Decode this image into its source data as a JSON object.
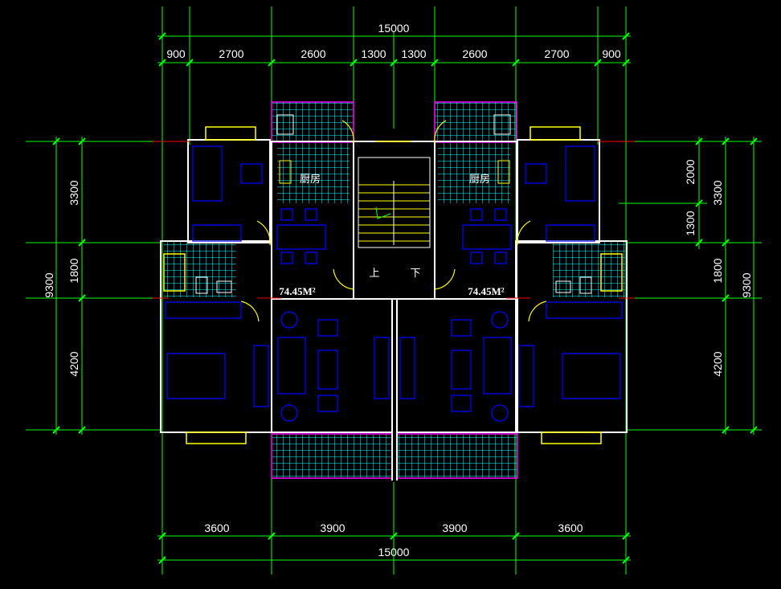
{
  "dimensions": {
    "top_total": "15000",
    "top_segments": [
      "900",
      "2700",
      "2600",
      "1300",
      "1300",
      "2600",
      "2700",
      "900"
    ],
    "bottom_total": "15000",
    "bottom_segments": [
      "3600",
      "3900",
      "3900",
      "3600"
    ],
    "left_total": "9300",
    "left_segments": [
      "3300",
      "1800",
      "4200"
    ],
    "right_total": "9300",
    "right_segments": [
      "3300",
      "1800",
      "4200"
    ],
    "right_inner": [
      "2000",
      "1300"
    ]
  },
  "labels": {
    "kitchen_left": "厨房",
    "kitchen_right": "厨房",
    "stair_up": "上",
    "stair_down": "下",
    "area_left": "74.45M²",
    "area_right": "74.45M²"
  },
  "colors": {
    "background": "#000000",
    "dimension_lines": "#00ff00",
    "walls": "#ffffff",
    "furniture": "#0000ff",
    "windows": "#ffff00",
    "tiles": "#00ffff",
    "balcony_outline": "#ff00ff",
    "doors": "#ffff00",
    "axis": "#ff0000"
  }
}
